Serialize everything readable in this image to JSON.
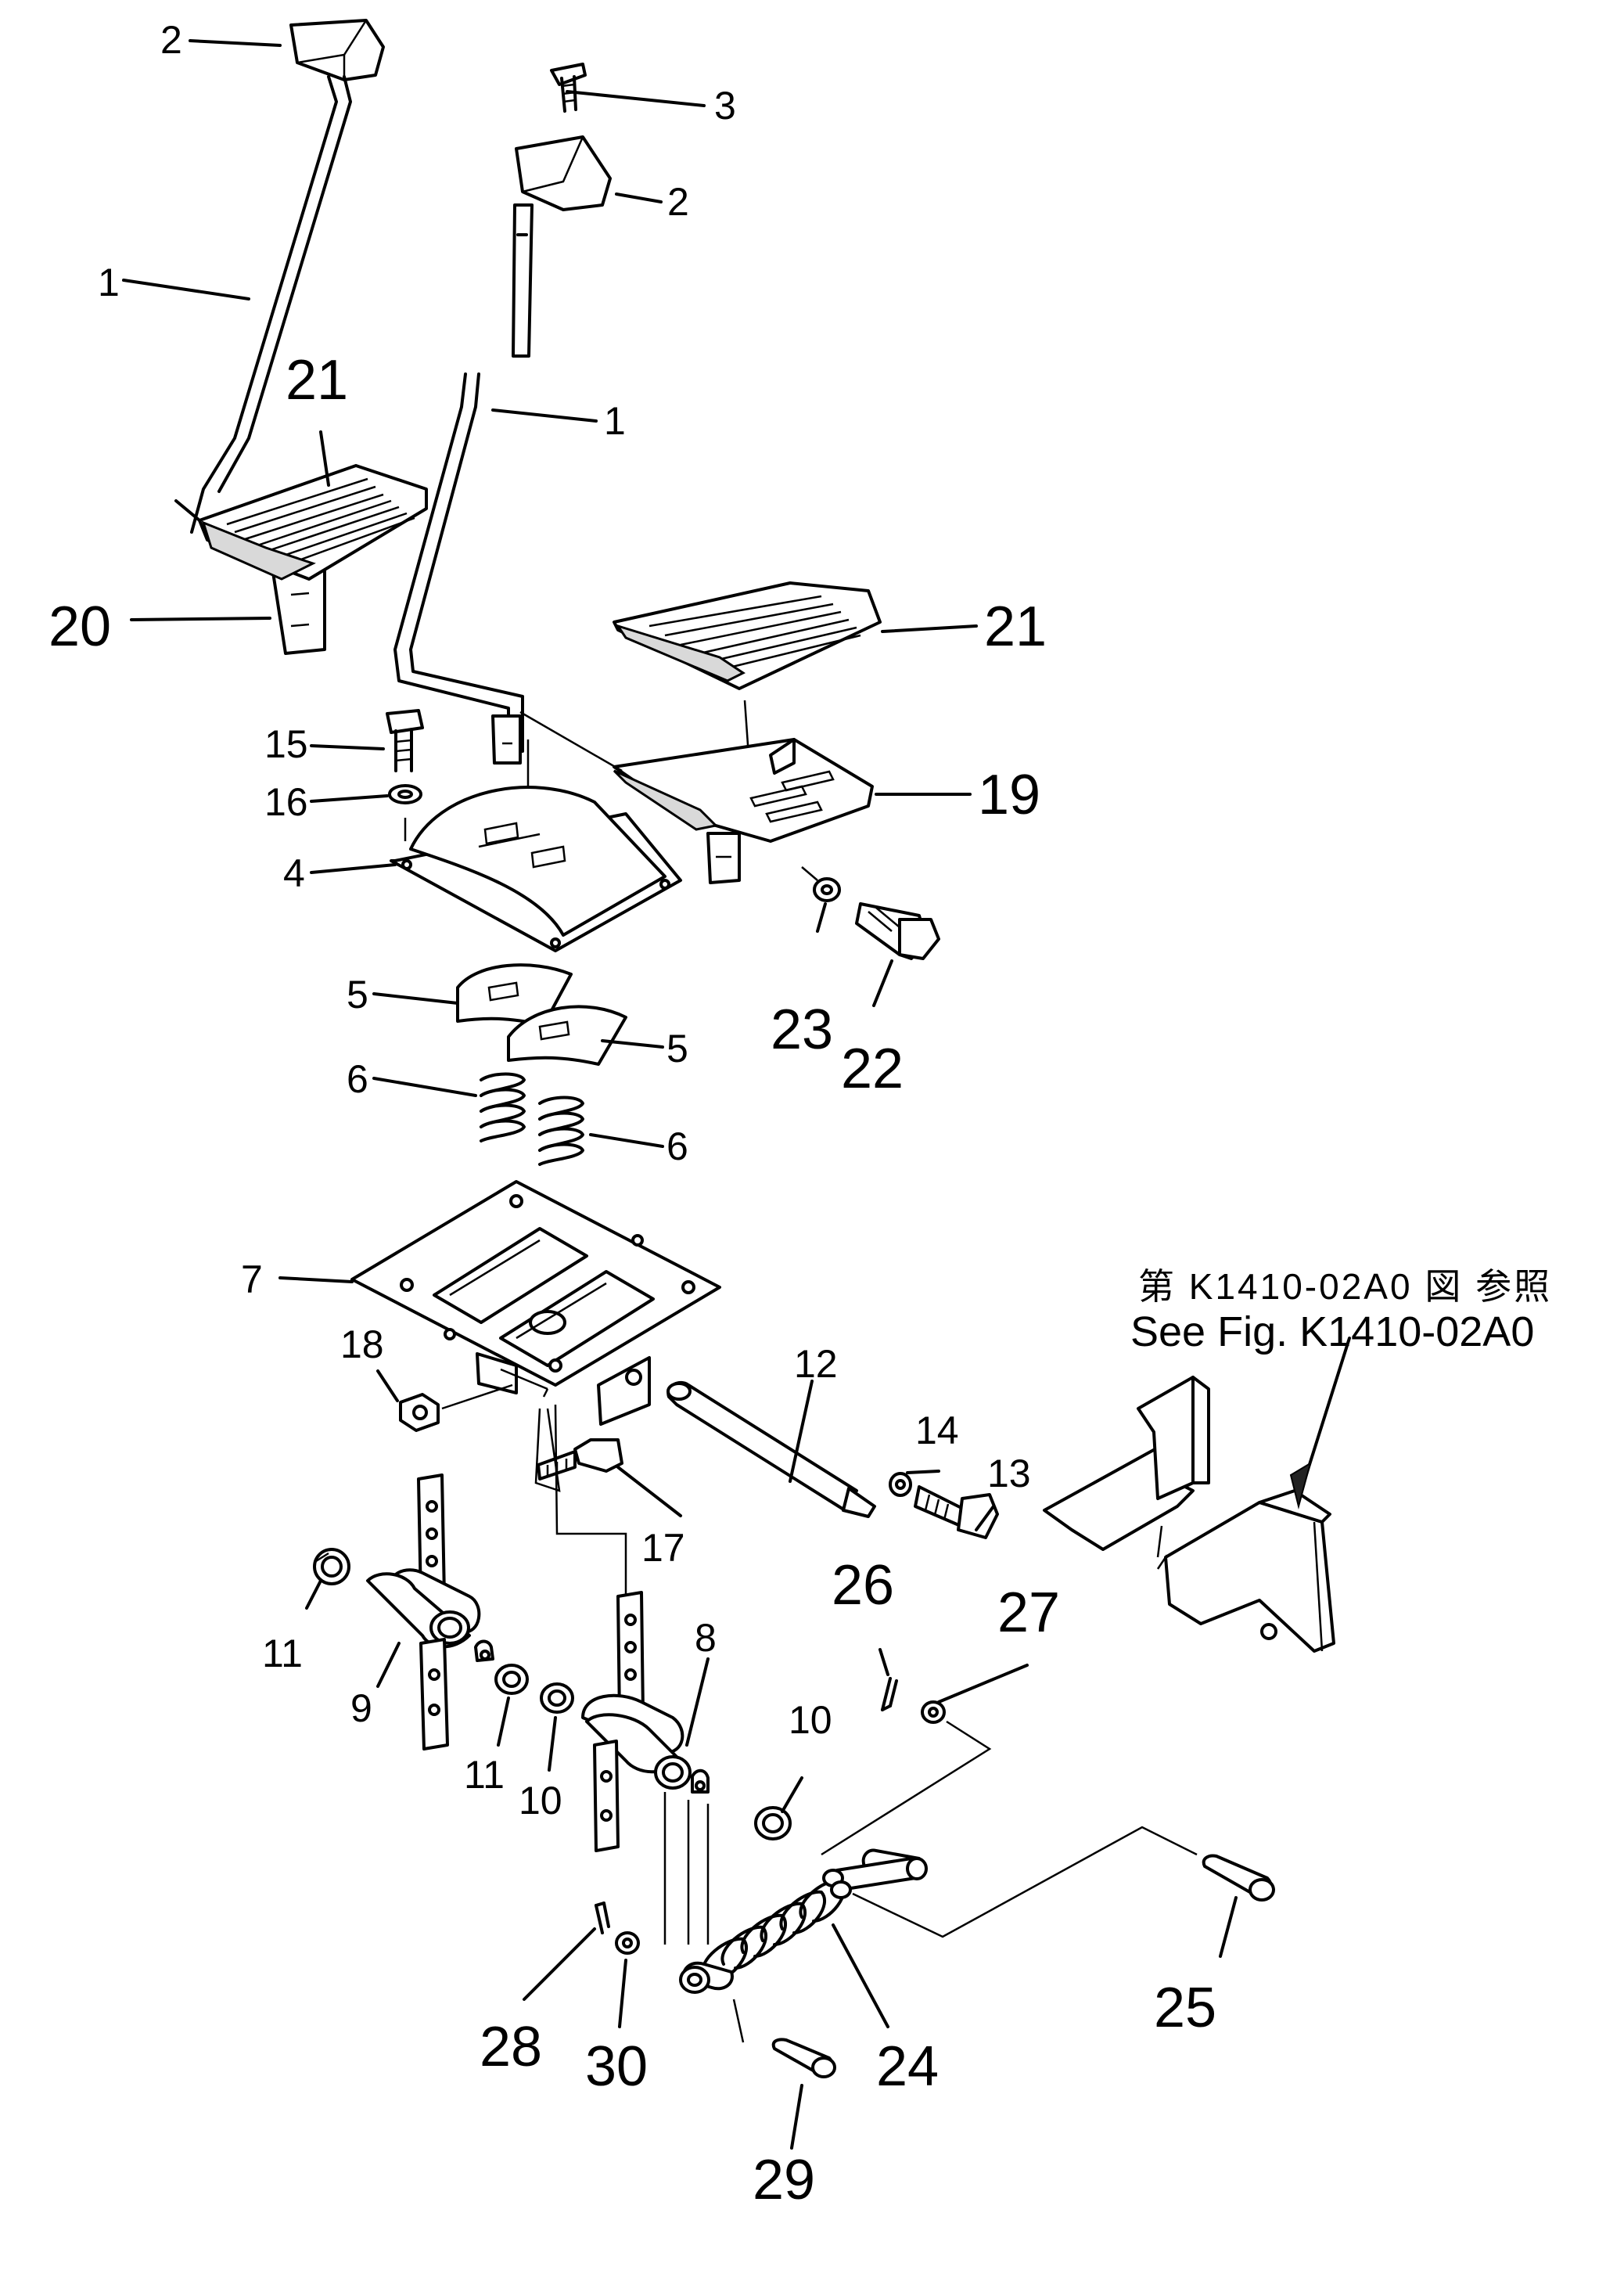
{
  "reference_note": {
    "japanese": "第 K1410-02A0 図 参照",
    "english": "See Fig. K1410-02A0"
  },
  "callouts": [
    {
      "id": "c1a",
      "label": "1"
    },
    {
      "id": "c1b",
      "label": "1"
    },
    {
      "id": "c2a",
      "label": "2"
    },
    {
      "id": "c2b",
      "label": "2"
    },
    {
      "id": "c3",
      "label": "3"
    },
    {
      "id": "c4",
      "label": "4"
    },
    {
      "id": "c5a",
      "label": "5"
    },
    {
      "id": "c5b",
      "label": "5"
    },
    {
      "id": "c6a",
      "label": "6"
    },
    {
      "id": "c6b",
      "label": "6"
    },
    {
      "id": "c7",
      "label": "7"
    },
    {
      "id": "c8",
      "label": "8"
    },
    {
      "id": "c9",
      "label": "9"
    },
    {
      "id": "c10a",
      "label": "10"
    },
    {
      "id": "c10b",
      "label": "10"
    },
    {
      "id": "c11a",
      "label": "11"
    },
    {
      "id": "c11b",
      "label": "11"
    },
    {
      "id": "c12",
      "label": "12"
    },
    {
      "id": "c13",
      "label": "13"
    },
    {
      "id": "c14",
      "label": "14"
    },
    {
      "id": "c15",
      "label": "15"
    },
    {
      "id": "c16",
      "label": "16"
    },
    {
      "id": "c17",
      "label": "17"
    },
    {
      "id": "c18",
      "label": "18"
    },
    {
      "id": "c19",
      "label": "19"
    },
    {
      "id": "c20",
      "label": "20"
    },
    {
      "id": "c21a",
      "label": "21"
    },
    {
      "id": "c21b",
      "label": "21"
    },
    {
      "id": "c22",
      "label": "22"
    },
    {
      "id": "c23",
      "label": "23"
    },
    {
      "id": "c24",
      "label": "24"
    },
    {
      "id": "c25",
      "label": "25"
    },
    {
      "id": "c26",
      "label": "26"
    },
    {
      "id": "c27",
      "label": "27"
    },
    {
      "id": "c28",
      "label": "28"
    },
    {
      "id": "c29",
      "label": "29"
    },
    {
      "id": "c30",
      "label": "30"
    }
  ]
}
